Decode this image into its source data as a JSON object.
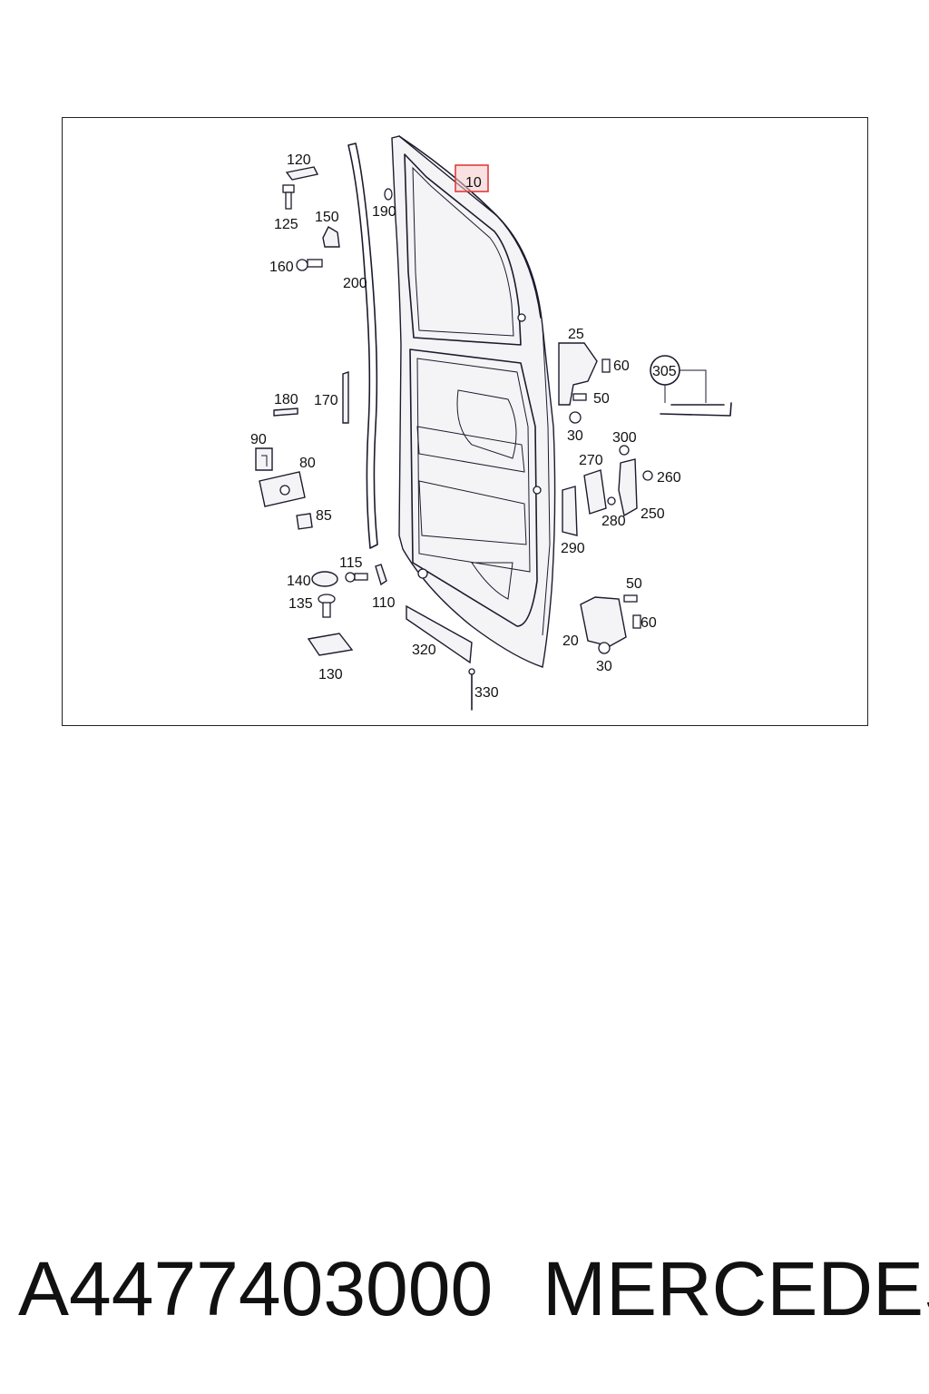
{
  "diagram": {
    "highlighted_label": "10",
    "labels": {
      "l120": "120",
      "l125": "125",
      "l150": "150",
      "l160": "160",
      "l190": "190",
      "l200": "200",
      "l180": "180",
      "l170": "170",
      "l90": "90",
      "l80": "80",
      "l85": "85",
      "l115": "115",
      "l140": "140",
      "l135": "135",
      "l110": "110",
      "l130": "130",
      "l320": "320",
      "l330": "330",
      "l25": "25",
      "l60a": "60",
      "l50a": "50",
      "l30a": "30",
      "l305": "305",
      "l300": "300",
      "l270": "270",
      "l260": "260",
      "l280": "280",
      "l250": "250",
      "l290": "290",
      "l50b": "50",
      "l60b": "60",
      "l20": "20",
      "l30b": "30"
    },
    "highlight_color": "#e23b3b"
  },
  "footer": {
    "part_number": "A4477403000",
    "brand": "MERCEDES"
  }
}
